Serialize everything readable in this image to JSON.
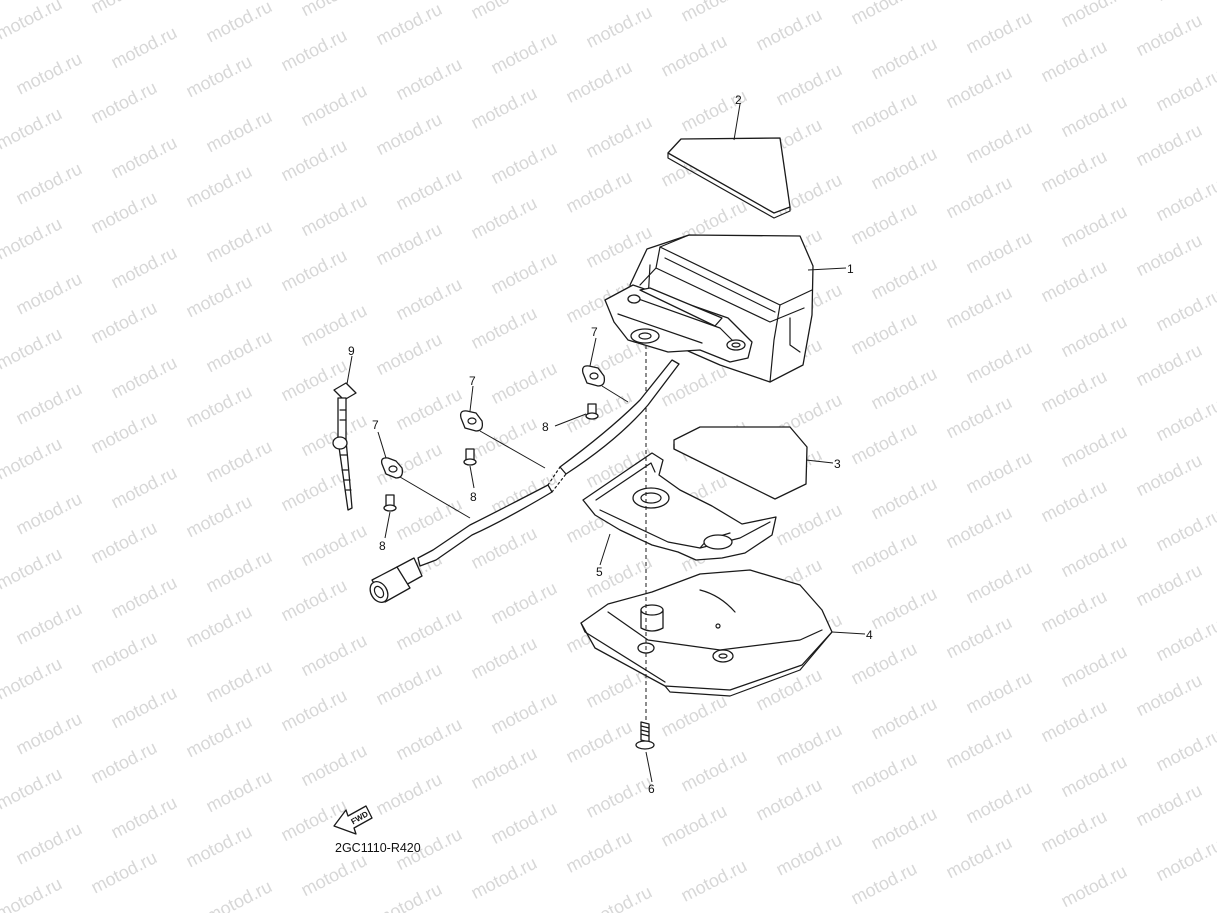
{
  "watermark": "motod.ru",
  "diagram_code": "2GC1110-R420",
  "fwd_label": "FWD",
  "callouts": [
    "1",
    "2",
    "3",
    "4",
    "5",
    "6",
    "7",
    "7",
    "7",
    "8",
    "8",
    "8",
    "9"
  ],
  "colors": {
    "line": "#1a1a1a",
    "watermark": "#d7d7d7",
    "background": "#ffffff"
  }
}
